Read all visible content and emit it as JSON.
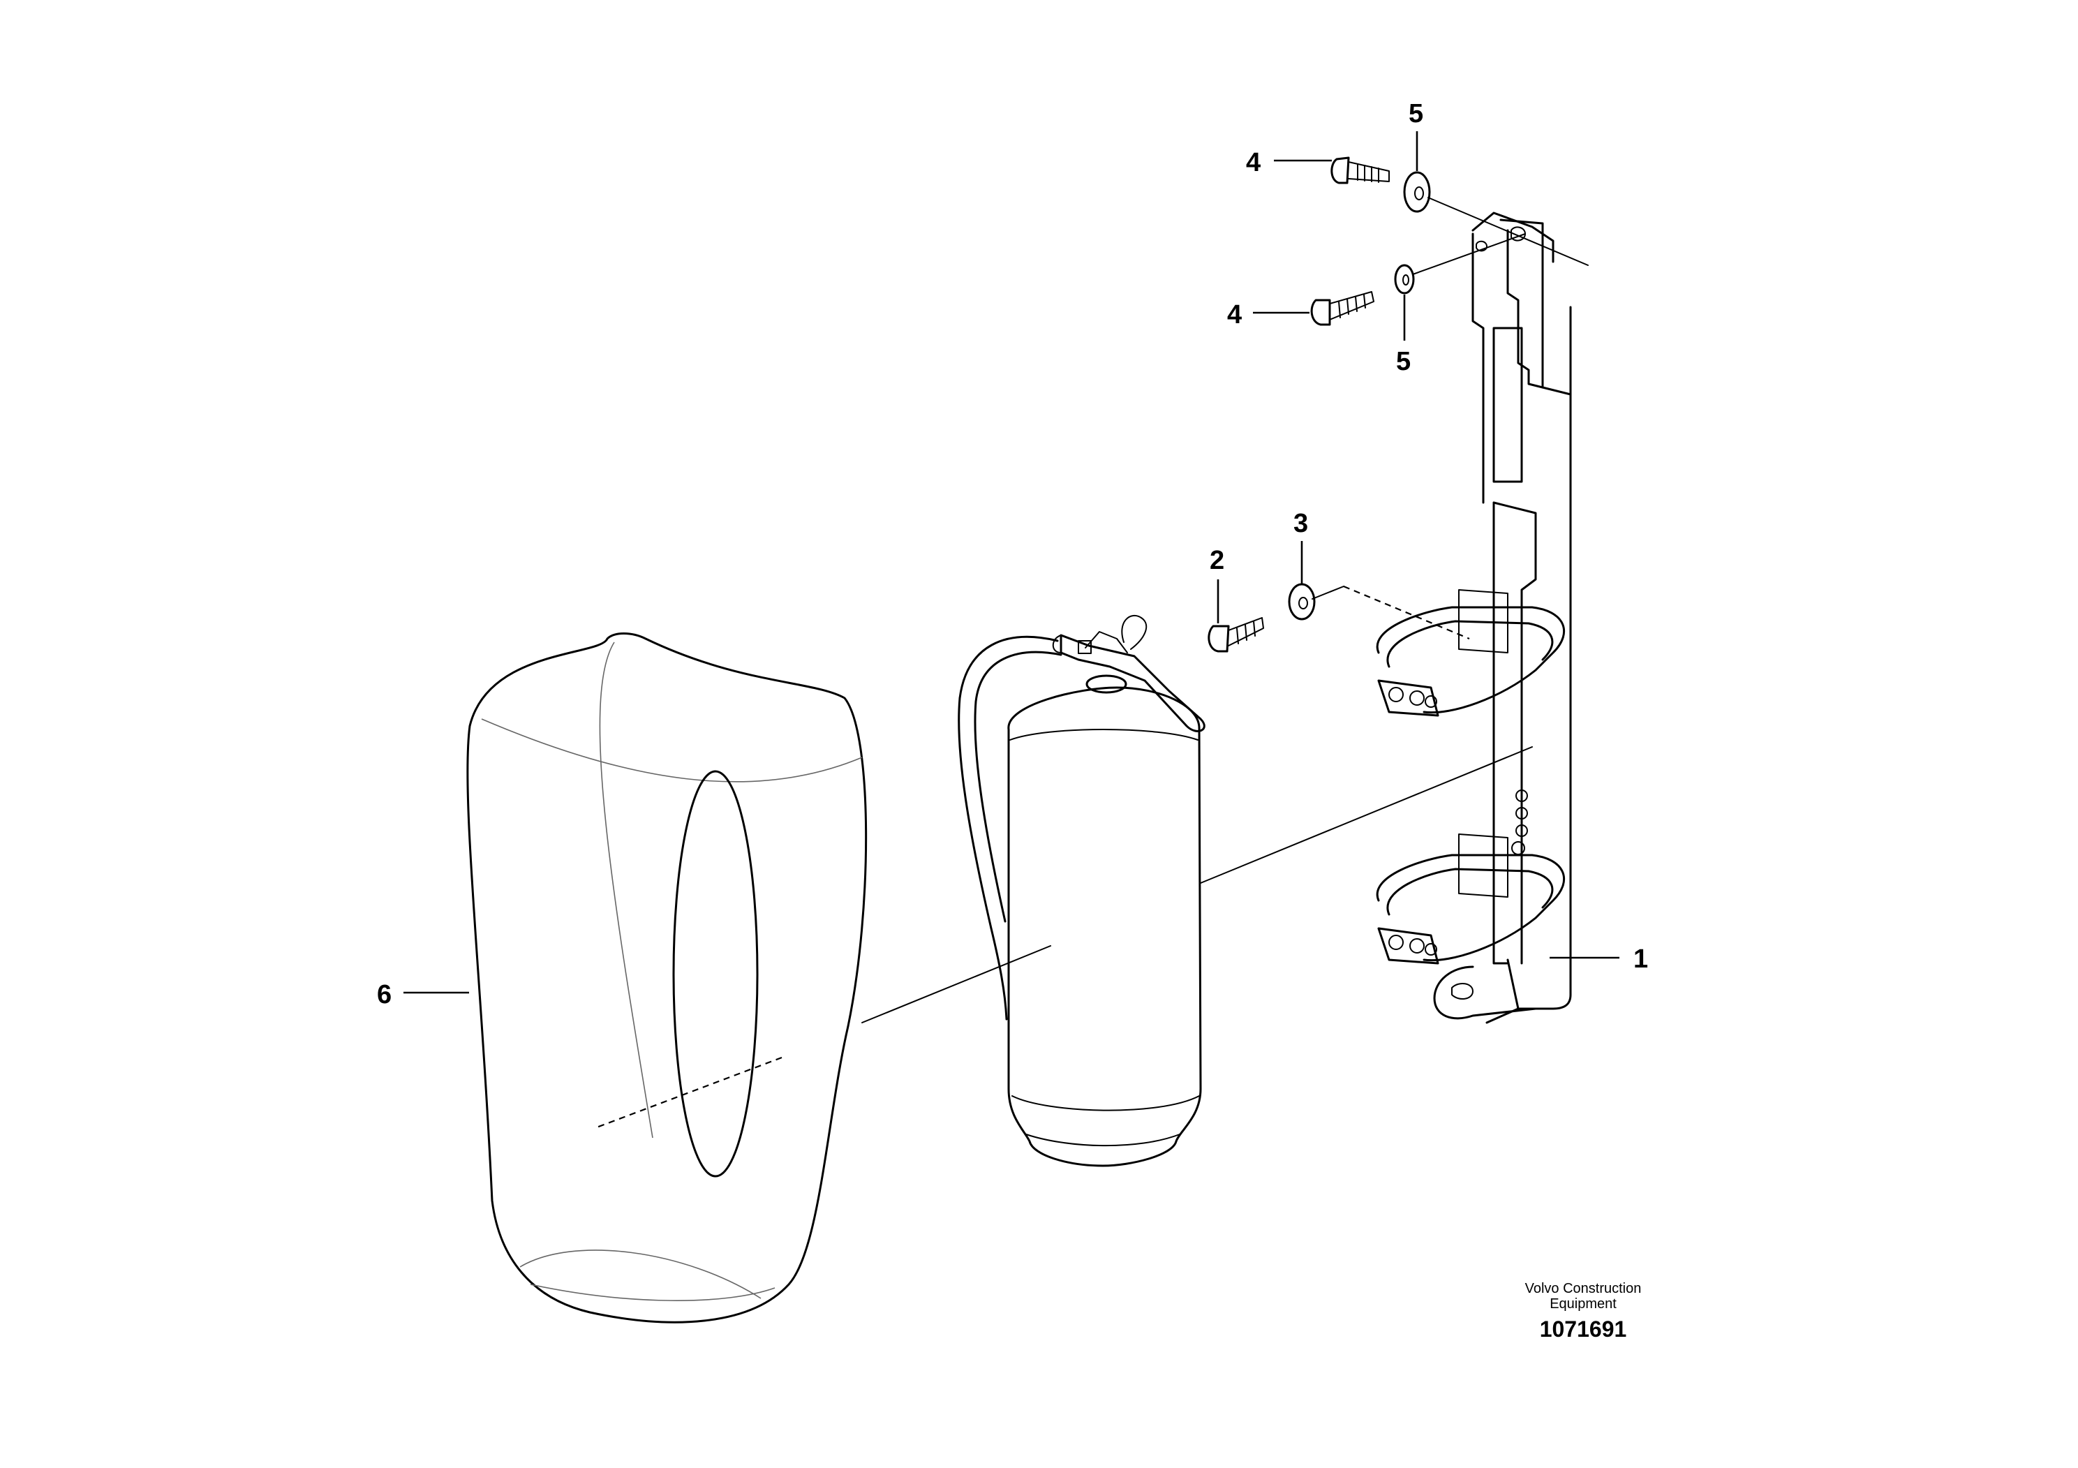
{
  "callouts": {
    "c1": "1",
    "c2": "2",
    "c3": "3",
    "c4a": "4",
    "c4b": "4",
    "c5a": "5",
    "c5b": "5",
    "c6": "6"
  },
  "footer": {
    "brand_line1": "Volvo Construction",
    "brand_line2": "Equipment",
    "drawing_number": "1071691"
  }
}
